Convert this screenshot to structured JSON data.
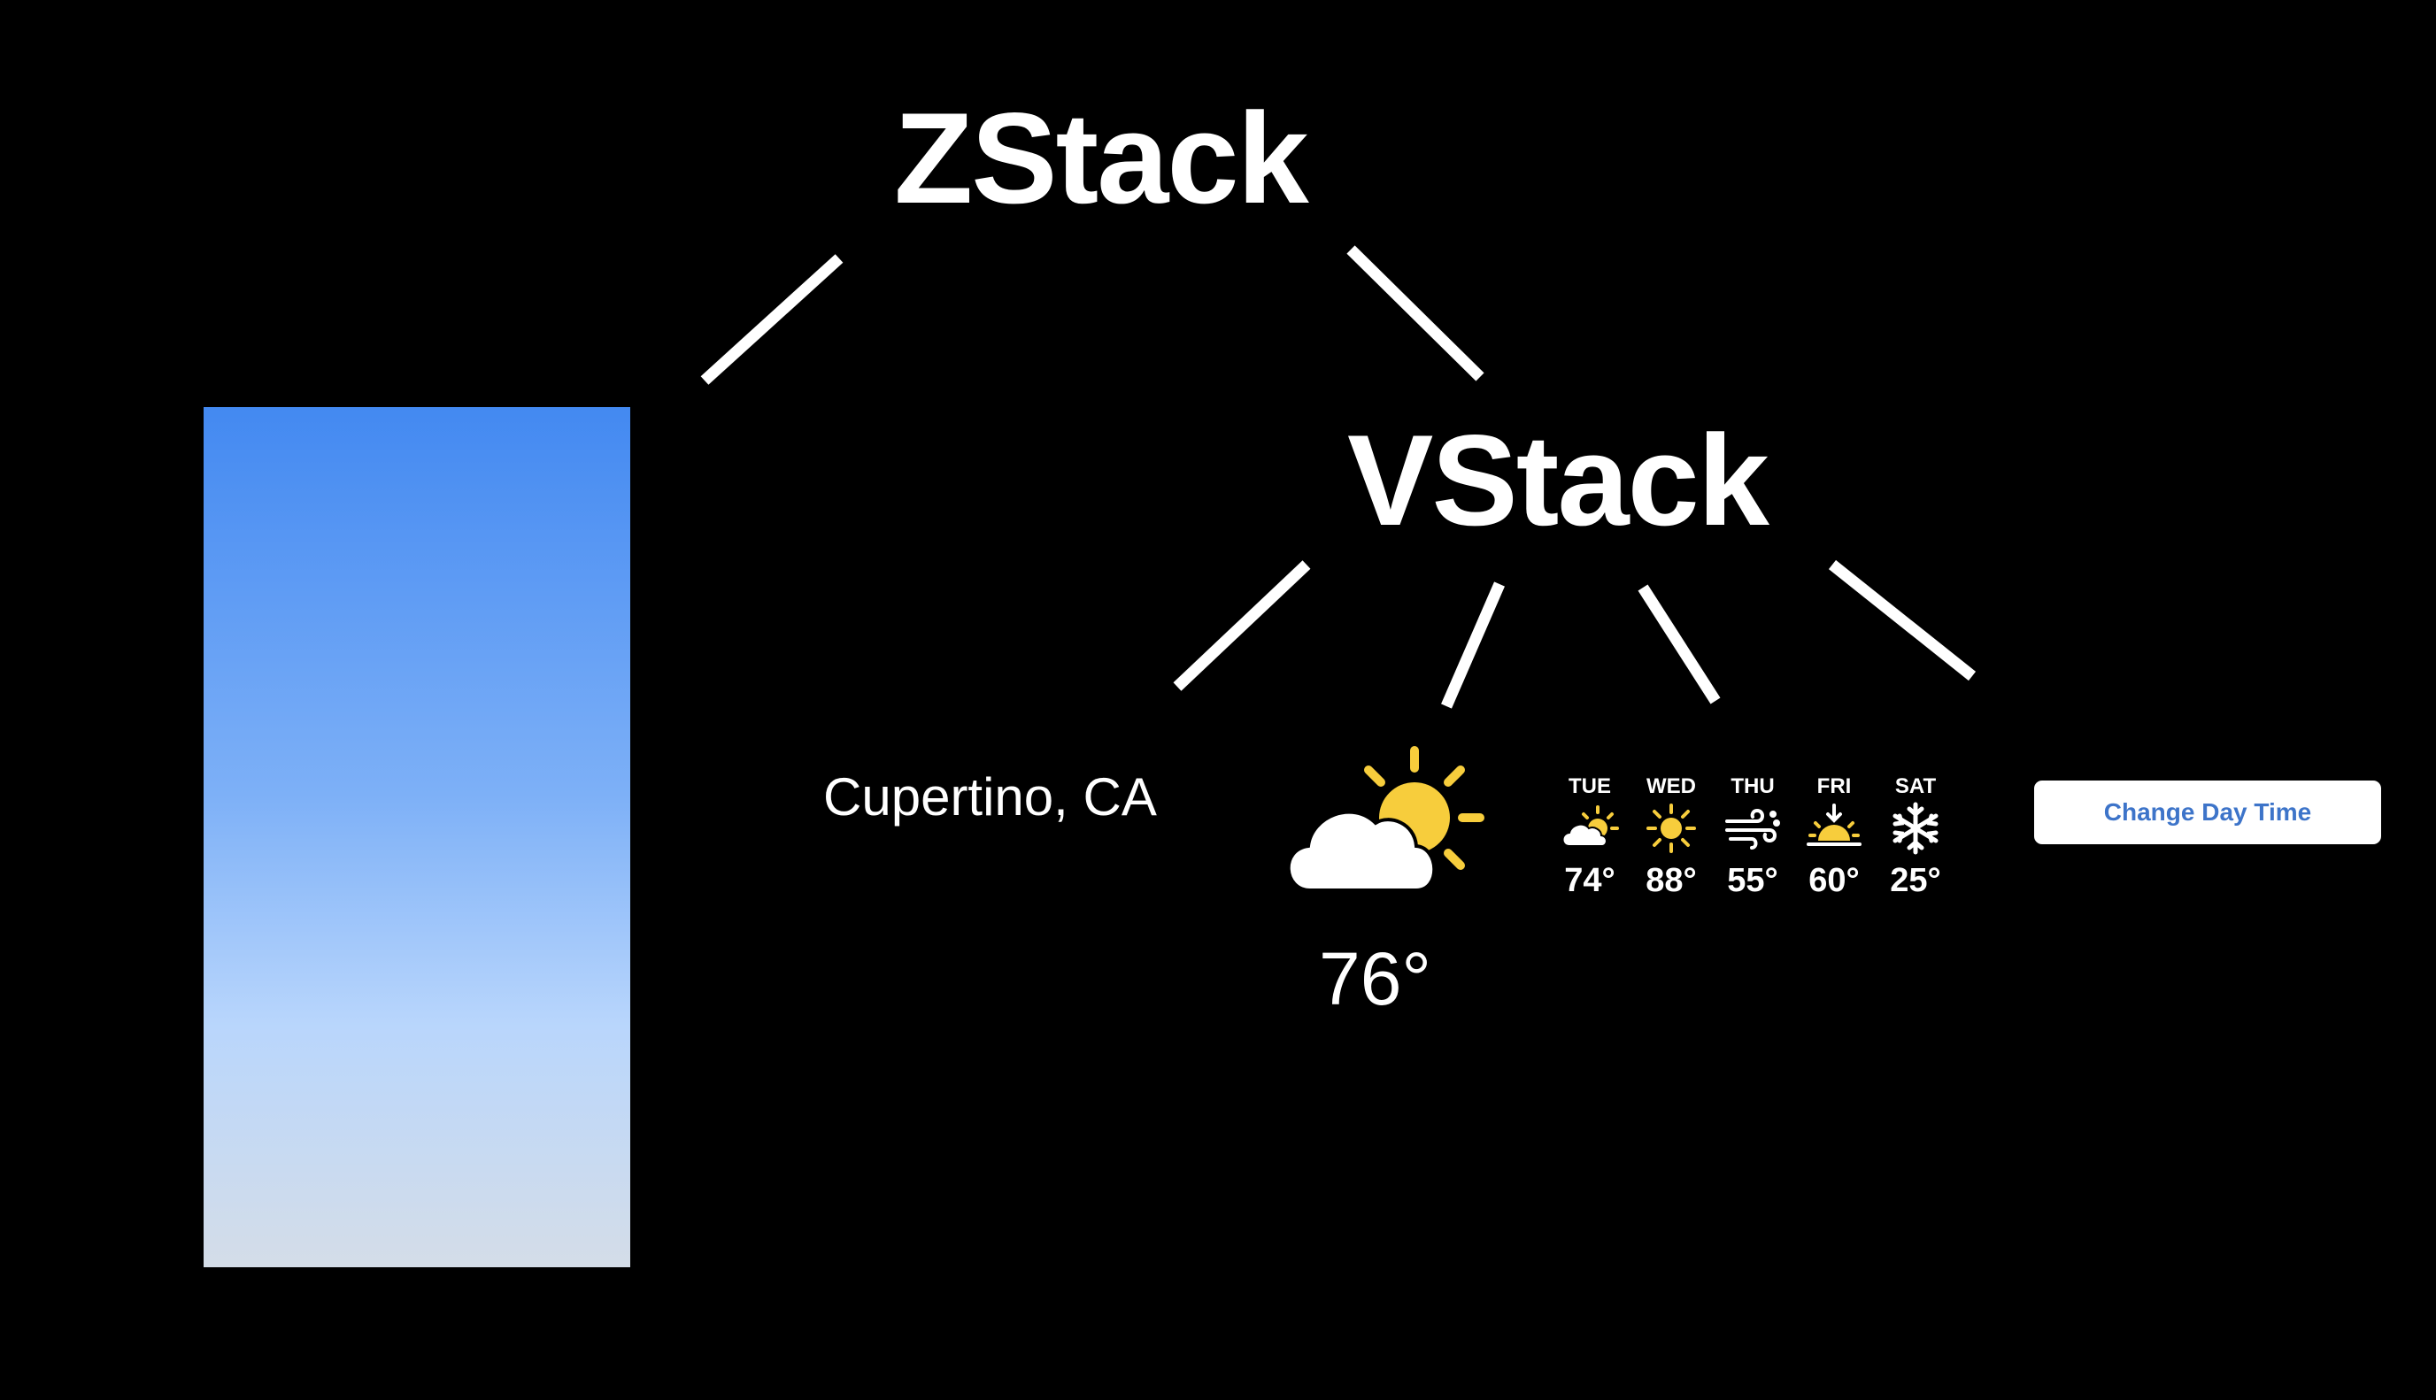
{
  "diagram": {
    "root_label": "ZStack",
    "child_label": "VStack"
  },
  "weather": {
    "city": "Cupertino, CA",
    "current_temp": "76°",
    "current_icon": "cloud-sun-icon",
    "forecast": [
      {
        "day": "TUE",
        "temp": "74°",
        "icon": "partly-cloudy-icon"
      },
      {
        "day": "WED",
        "temp": "88°",
        "icon": "sun-icon"
      },
      {
        "day": "THU",
        "temp": "55°",
        "icon": "wind-icon"
      },
      {
        "day": "FRI",
        "temp": "60°",
        "icon": "sunset-icon"
      },
      {
        "day": "SAT",
        "temp": "25°",
        "icon": "snowflake-icon"
      }
    ],
    "button_label": "Change Day Time"
  },
  "colors": {
    "background": "#000000",
    "gradient_top": "#4389f1",
    "gradient_bottom": "#d4dde8",
    "sun": "#f7cd3c",
    "button_text": "#3d74c9"
  }
}
